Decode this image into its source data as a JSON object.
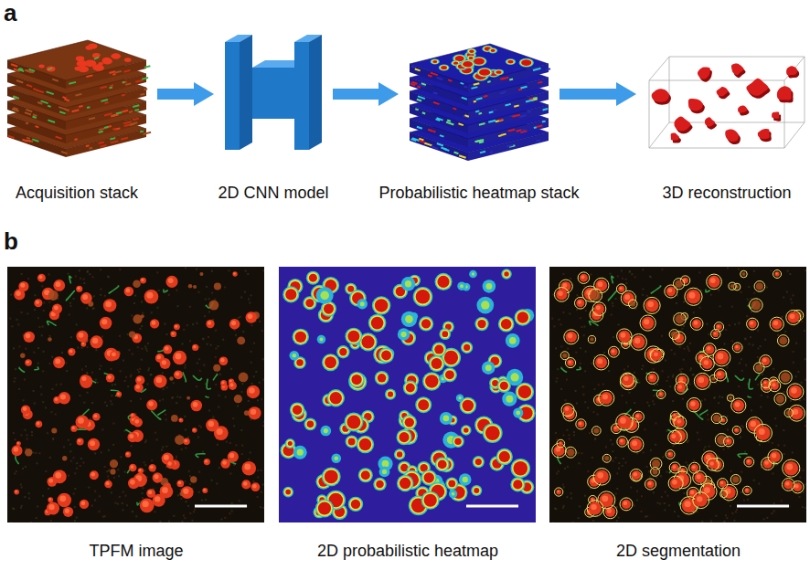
{
  "diagram": {
    "nodes": [
      {
        "text": [
          "Acquisition stack"
        ]
      },
      {
        "text": [
          "2D CNN model"
        ]
      },
      {
        "text": [
          "Probabilistic heatmap stack"
        ]
      },
      {
        "text": [
          "3D reconstruction"
        ]
      }
    ],
    "edges": [
      {
        "from": 0,
        "to": 1,
        "arrow": "to"
      },
      {
        "from": 1,
        "to": 2,
        "arrow": "to"
      },
      {
        "from": 2,
        "to": 3,
        "arrow": "to"
      }
    ],
    "labels": [
      "a",
      "b",
      "TPFM image",
      "2D probabilistic heatmap",
      "2D segmentation"
    ]
  }
}
